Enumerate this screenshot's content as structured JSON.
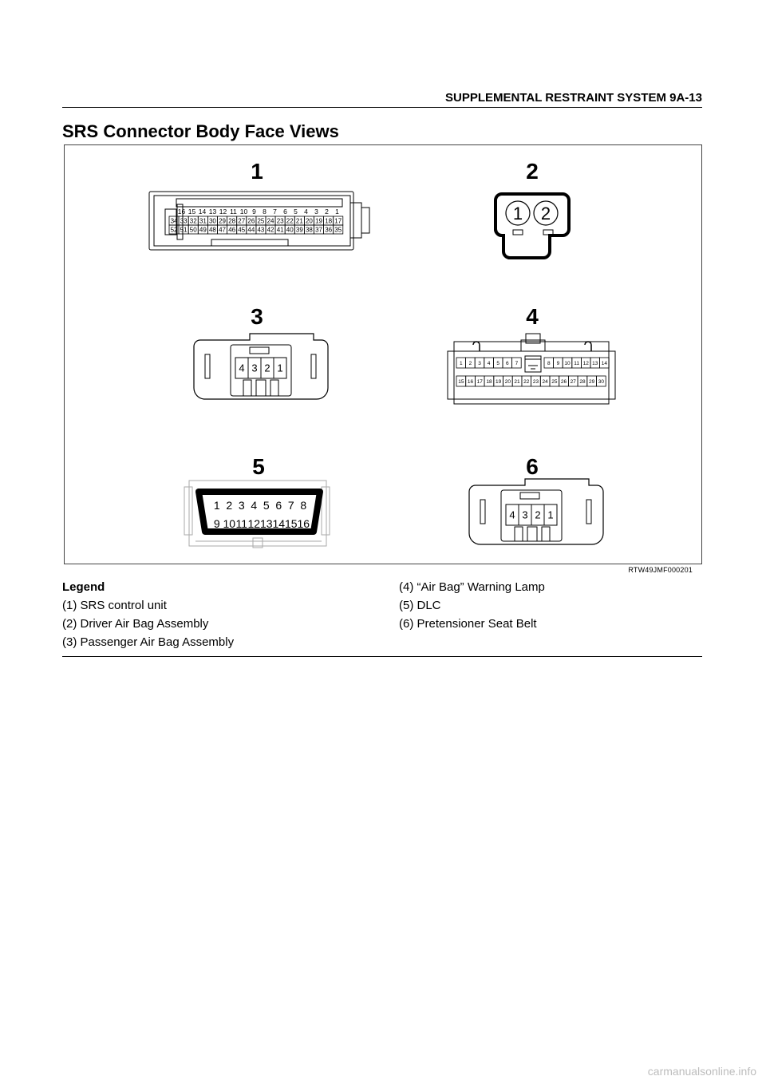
{
  "header": {
    "section": "SUPPLEMENTAL RESTRAINT SYSTEM  9A-13"
  },
  "title": "SRS Connector Body Face Views",
  "figure": {
    "code": "RTW49JMF000201",
    "callouts": [
      "1",
      "2",
      "3",
      "4",
      "5",
      "6"
    ],
    "connectors": {
      "c1": {
        "row1": [
          "16",
          "15",
          "14",
          "13",
          "12",
          "11",
          "10",
          "9",
          "8",
          "7",
          "6",
          "5",
          "4",
          "3",
          "2",
          "1"
        ],
        "row2": [
          "34",
          "33",
          "32",
          "31",
          "30",
          "29",
          "28",
          "27",
          "26",
          "25",
          "24",
          "23",
          "22",
          "21",
          "20",
          "19",
          "18",
          "17"
        ],
        "row3": [
          "52",
          "51",
          "50",
          "49",
          "48",
          "47",
          "46",
          "45",
          "44",
          "43",
          "42",
          "41",
          "40",
          "39",
          "38",
          "37",
          "36",
          "35"
        ]
      },
      "c2": {
        "pins": [
          "1",
          "2"
        ]
      },
      "c3": {
        "pins": [
          "4",
          "3",
          "2",
          "1"
        ]
      },
      "c4": {
        "row1a": [
          "1",
          "2",
          "3",
          "4",
          "5",
          "6",
          "7"
        ],
        "row1b": [
          "8",
          "9",
          "10",
          "11",
          "12",
          "13",
          "14"
        ],
        "row2": [
          "15",
          "16",
          "17",
          "18",
          "19",
          "20",
          "21",
          "22",
          "23",
          "24",
          "25",
          "26",
          "27",
          "28",
          "29",
          "30"
        ]
      },
      "c5": {
        "row1": [
          "1",
          "2",
          "3",
          "4",
          "5",
          "6",
          "7",
          "8"
        ],
        "row2": [
          "9",
          "10",
          "11",
          "12",
          "13",
          "14",
          "15",
          "16"
        ]
      },
      "c6": {
        "pins": [
          "4",
          "3",
          "2",
          "1"
        ]
      }
    }
  },
  "legend": {
    "heading": "Legend",
    "items": [
      "(1) SRS control unit",
      "(2) Driver Air Bag Assembly",
      "(3) Passenger Air Bag Assembly",
      "(4) “Air Bag” Warning Lamp",
      "(5) DLC",
      "(6) Pretensioner Seat Belt"
    ]
  },
  "footer": {
    "watermark": "carmanualsonline.info"
  }
}
